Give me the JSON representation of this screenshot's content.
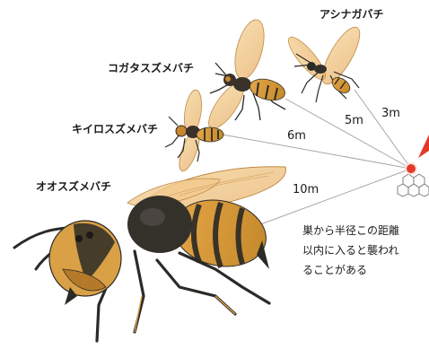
{
  "species": [
    {
      "name": "アシナガバチ",
      "distance": "3m"
    },
    {
      "name": "コガタスズメバチ",
      "distance": "5m"
    },
    {
      "name": "キイロスズメバチ",
      "distance": "6m"
    },
    {
      "name": "オオスズメバチ",
      "distance": "10m"
    }
  ],
  "caption": [
    "巣から半径この距離",
    "以内に入ると襲われ",
    "ることがある"
  ],
  "colors": {
    "hornet_orange": "#d9a046",
    "hornet_dark": "#2c2a26",
    "nest_dot": "#e23a2a",
    "line": "#9a9a9a"
  }
}
